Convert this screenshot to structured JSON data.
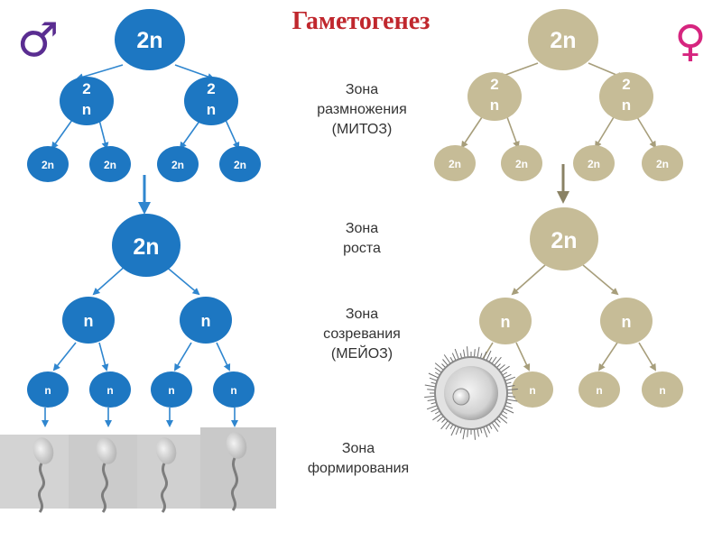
{
  "title": "Гаметогенез",
  "symbols": {
    "male": "♂",
    "female": "♀"
  },
  "colors": {
    "male": "#1d77c2",
    "male_arrow": "#2f86cf",
    "female": "#c6bc97",
    "female_arrow": "#a79e7b",
    "title": "#c0272d",
    "male_symbol": "#5a2d91",
    "female_symbol": "#d6257f"
  },
  "zones": {
    "reproduction": {
      "line1": "Зона",
      "line2": "размножения",
      "line3": "(МИТОЗ)"
    },
    "growth": {
      "line1": "Зона",
      "line2": "роста"
    },
    "maturation": {
      "line1": "Зона",
      "line2": "созревания",
      "line3": "(МЕЙОЗ)"
    },
    "formation": {
      "line1": "Зона",
      "line2": "формирования"
    }
  },
  "male": {
    "root": "2n",
    "level2": [
      {
        "l1": "2",
        "l2": "n"
      },
      {
        "l1": "2",
        "l2": "n"
      }
    ],
    "level3": [
      "2n",
      "2n",
      "2n",
      "2n"
    ],
    "growth": "2n",
    "meiosis1": [
      "n",
      "n"
    ],
    "meiosis2": [
      "n",
      "n",
      "n",
      "n"
    ]
  },
  "female": {
    "root": "2n",
    "level2": [
      {
        "l1": "2",
        "l2": "n"
      },
      {
        "l1": "2",
        "l2": "n"
      }
    ],
    "level3": [
      "2n",
      "2n",
      "2n",
      "2n"
    ],
    "growth": "2n",
    "meiosis1": [
      "n",
      "n"
    ],
    "meiosis2": [
      "n",
      "n",
      "n"
    ]
  }
}
